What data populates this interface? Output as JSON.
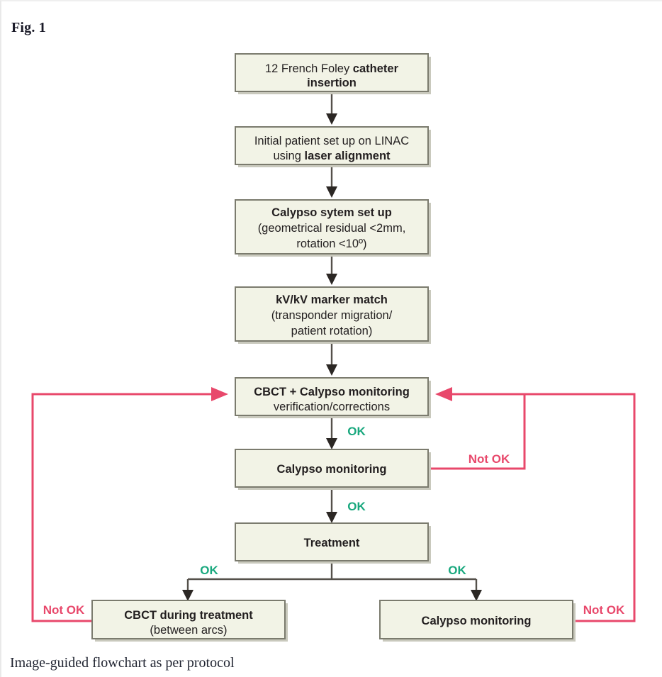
{
  "figure": {
    "label": "Fig. 1",
    "caption": "Image-guided flowchart as per protocol"
  },
  "colors": {
    "box_fill": "#f2f3e6",
    "box_border": "#7b7b6e",
    "arrow": "#55514b",
    "ok_label": "#19a87e",
    "not_ok_label": "#e8486b",
    "loop_line": "#e8486b",
    "text": "#231f20"
  },
  "chart_data": {
    "type": "diagram",
    "title": "Image-guided flowchart as per protocol",
    "nodes": [
      {
        "id": "catheter",
        "lines": [
          {
            "text": "12 French Foley ",
            "bold": false
          },
          {
            "text": "catheter",
            "bold": true
          },
          {
            "text": "insertion",
            "bold": true
          }
        ],
        "line1_normal": "12 French Foley ",
        "line1_bold": "catheter",
        "line2_bold": "insertion"
      },
      {
        "id": "setup",
        "line1_normal": "Initial patient set up on LINAC",
        "line2_normal": "using ",
        "line2_bold": "laser alignment"
      },
      {
        "id": "calypso-setup",
        "line1_bold": "Calypso sytem set up",
        "line2_normal": "(geometrical residual <2mm,",
        "line3_normal": "rotation <10º)"
      },
      {
        "id": "kvkv",
        "line1_bold": "kV/kV marker match",
        "line2_normal": "(transponder migration/",
        "line3_normal": "patient rotation)"
      },
      {
        "id": "cbct-calypso",
        "line1_bold": "CBCT + Calypso monitoring",
        "line2_normal": "verification/corrections"
      },
      {
        "id": "calypso-mon",
        "line1_bold": "Calypso monitoring"
      },
      {
        "id": "treatment",
        "line1_bold": "Treatment"
      },
      {
        "id": "cbct-during",
        "line1_bold": "CBCT during treatment",
        "line2_normal": "(between arcs)"
      },
      {
        "id": "calypso-mon-2",
        "line1_bold": "Calypso monitoring"
      }
    ],
    "edge_labels": {
      "ok": "OK",
      "not_ok": "Not OK"
    },
    "edges": [
      {
        "from": "catheter",
        "to": "setup",
        "label": ""
      },
      {
        "from": "setup",
        "to": "calypso-setup",
        "label": ""
      },
      {
        "from": "calypso-setup",
        "to": "kvkv",
        "label": ""
      },
      {
        "from": "kvkv",
        "to": "cbct-calypso",
        "label": ""
      },
      {
        "from": "cbct-calypso",
        "to": "calypso-mon",
        "label": "OK"
      },
      {
        "from": "calypso-mon",
        "to": "treatment",
        "label": "OK"
      },
      {
        "from": "treatment",
        "to": "cbct-during",
        "label": "OK"
      },
      {
        "from": "treatment",
        "to": "calypso-mon-2",
        "label": "OK"
      },
      {
        "from": "calypso-mon",
        "to": "cbct-calypso",
        "label": "Not OK"
      },
      {
        "from": "cbct-during",
        "to": "cbct-calypso",
        "label": "Not OK"
      },
      {
        "from": "calypso-mon-2",
        "to": "cbct-calypso",
        "label": "Not OK"
      }
    ]
  },
  "nodes": {
    "catheter": {
      "l1a": "12 French Foley ",
      "l1b": "catheter",
      "l2": "insertion"
    },
    "setup": {
      "l1": "Initial patient set up on LINAC",
      "l2a": "using ",
      "l2b": "laser alignment"
    },
    "calypso_setup": {
      "l1": "Calypso sytem set up",
      "l2": "(geometrical residual <2mm,",
      "l3": "rotation <10º)"
    },
    "kvkv": {
      "l1": "kV/kV marker match",
      "l2": "(transponder migration/",
      "l3": "patient rotation)"
    },
    "cbct_calypso": {
      "l1": "CBCT + Calypso monitoring",
      "l2": "verification/corrections"
    },
    "calypso_mon": {
      "l1": "Calypso monitoring"
    },
    "treatment": {
      "l1": "Treatment"
    },
    "cbct_during": {
      "l1": "CBCT during treatment",
      "l2": "(between arcs)"
    },
    "calypso_mon_2": {
      "l1": "Calypso monitoring"
    }
  },
  "labels": {
    "ok_1": "OK",
    "ok_2": "OK",
    "ok_3": "OK",
    "ok_4": "OK",
    "not_ok_1": "Not OK",
    "not_ok_2": "Not OK",
    "not_ok_3": "Not OK"
  }
}
